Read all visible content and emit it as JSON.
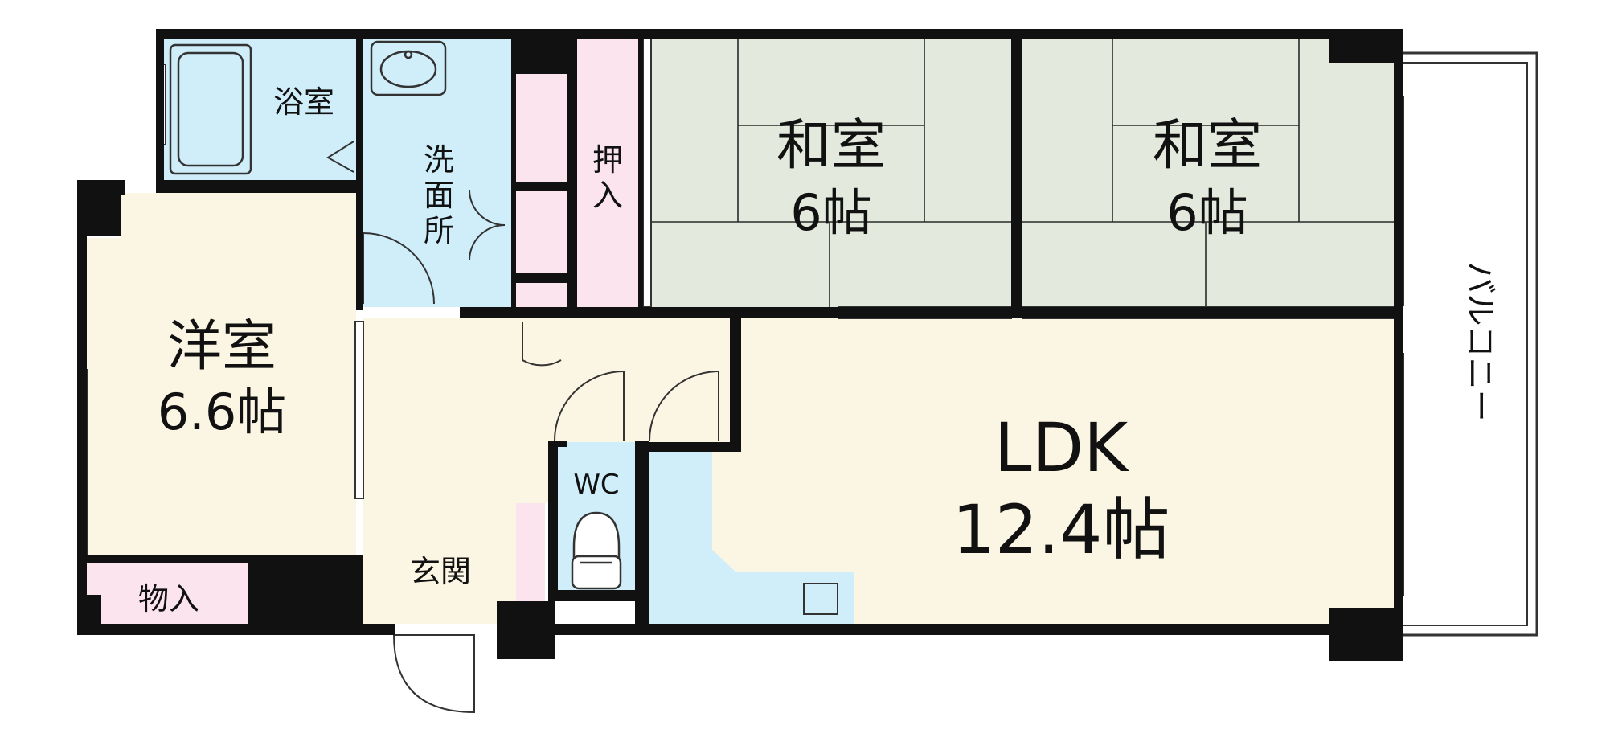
{
  "colors": {
    "wall": "#111111",
    "tatami": "#e3e9dc",
    "tatami_line": "#2a2a2a",
    "floor": "#fbf5e3",
    "wet": "#cfeefa",
    "storage": "#fbe4ee",
    "balcony": "#ffffff"
  },
  "rooms": {
    "bath": {
      "label": "浴室"
    },
    "washroom": {
      "label": "洗面所"
    },
    "oshiire": {
      "label": "押入"
    },
    "washitsu_1": {
      "label": "和室",
      "size": "6帖"
    },
    "washitsu_2": {
      "label": "和室",
      "size": "6帖"
    },
    "youshitsu": {
      "label": "洋室",
      "size": "6.6帖"
    },
    "wc": {
      "label": "WC"
    },
    "ldk": {
      "label": "LDK",
      "size": "12.4帖"
    },
    "genkan": {
      "label": "玄関"
    },
    "monoire": {
      "label": "物入"
    },
    "balcony": {
      "label": "バルコニー"
    }
  }
}
